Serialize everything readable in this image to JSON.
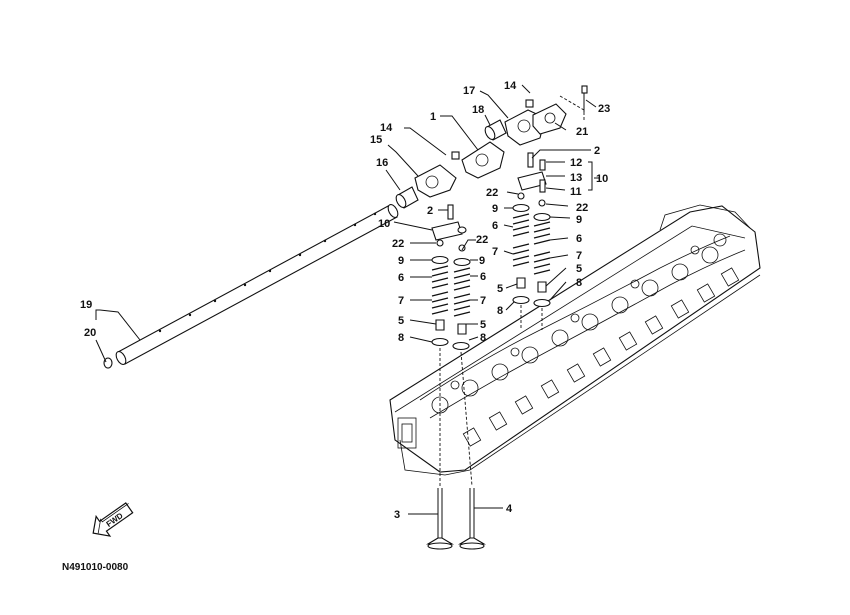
{
  "diagram": {
    "code": "N491010-0080",
    "fwd_label": "FWD",
    "callouts": [
      "1",
      "2",
      "3",
      "4",
      "5",
      "6",
      "7",
      "8",
      "9",
      "10",
      "11",
      "12",
      "13",
      "14",
      "15",
      "16",
      "17",
      "18",
      "19",
      "20",
      "21",
      "22",
      "23"
    ]
  }
}
